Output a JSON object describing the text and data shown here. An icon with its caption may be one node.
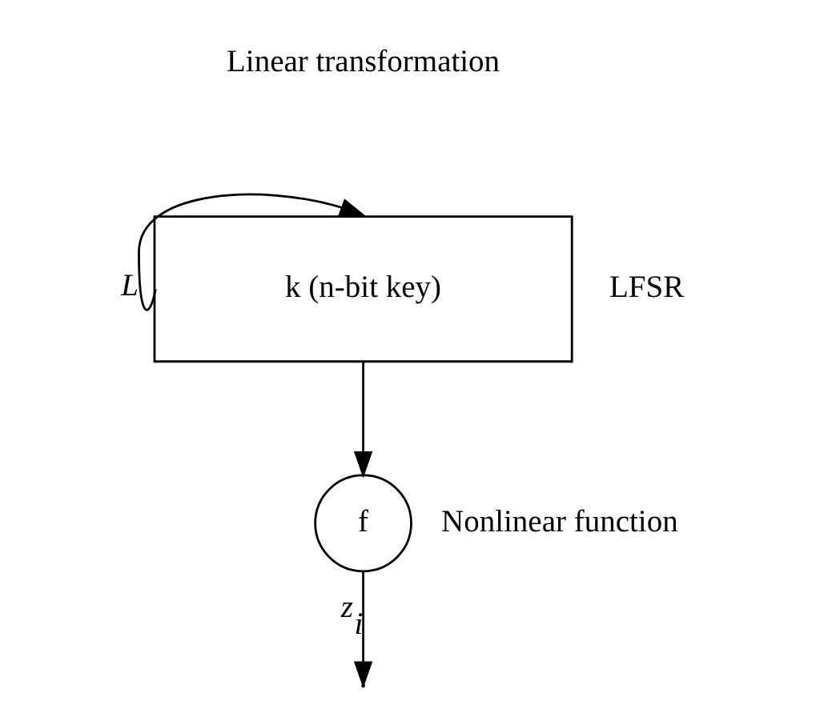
{
  "diagram": {
    "nodes": [
      {
        "text": [
          "k (n-bit key)"
        ],
        "beside": [
          "LFSR"
        ]
      },
      {
        "text": [
          "f"
        ],
        "beside": [
          "Nonlinear function"
        ]
      }
    ],
    "edges": [
      {
        "from": 0,
        "to": 0,
        "arrow": "to",
        "label": "L"
      },
      {
        "from": 0,
        "to": 1,
        "arrow": "to"
      },
      {
        "from": 1,
        "to": null,
        "arrow": "to",
        "label": "z$_{i}$"
      }
    ],
    "labels": [
      "Linear transformation"
    ]
  }
}
